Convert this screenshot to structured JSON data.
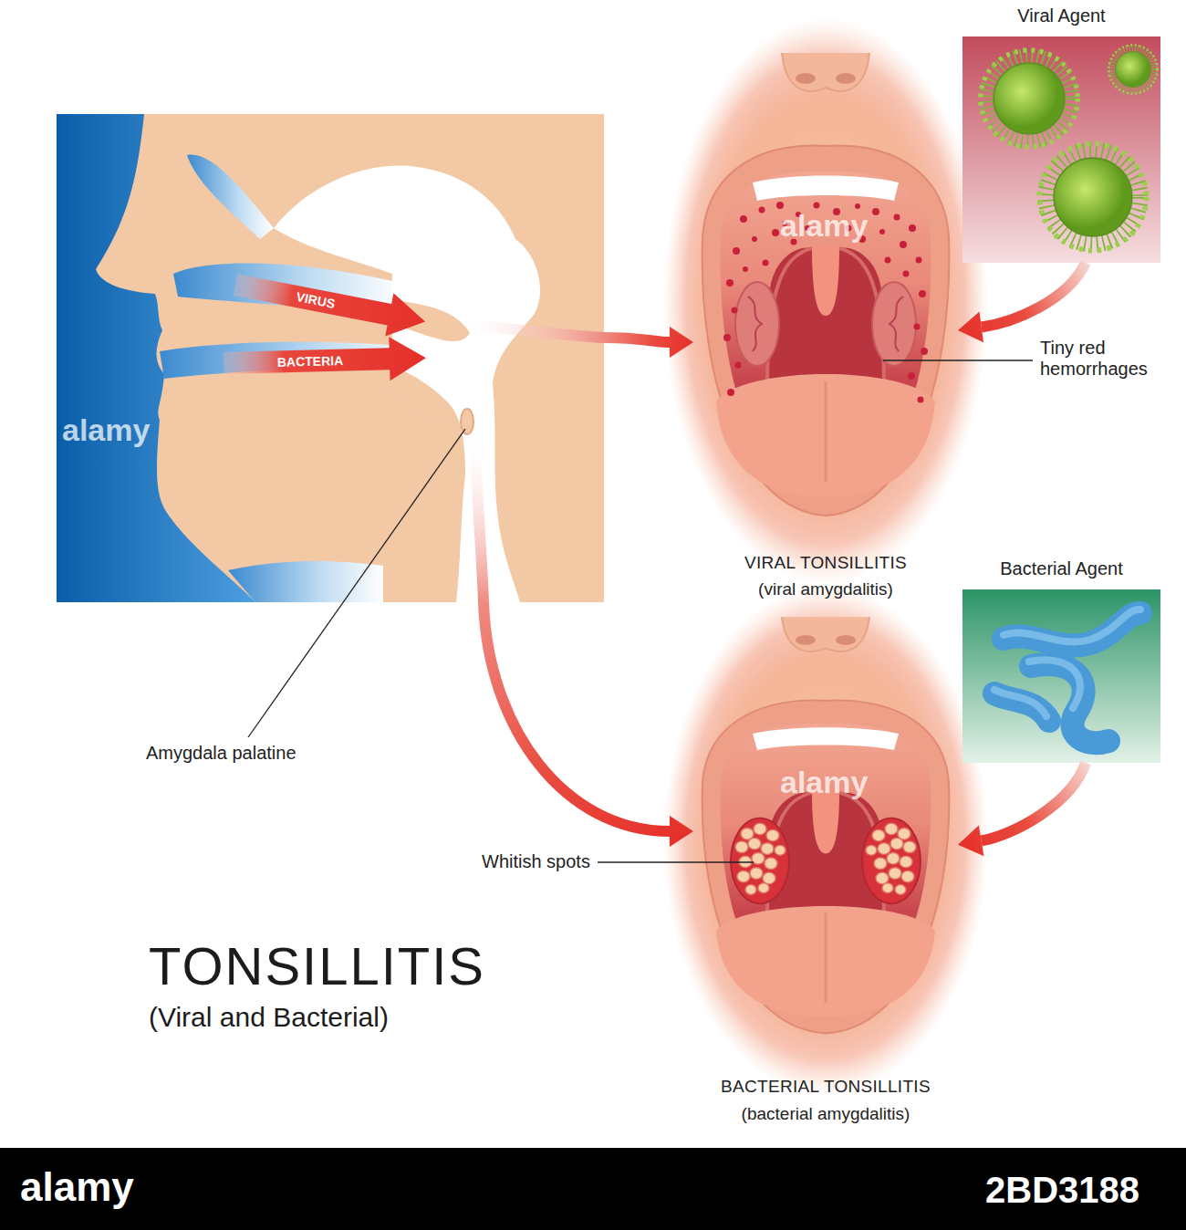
{
  "diagram": {
    "title": "TONSILLITIS",
    "caption": "(Viral and Bacterial)",
    "nodes": [
      {
        "text": [
          "VIRUS",
          "BACTERIA"
        ]
      },
      {
        "text": [
          "Viral Agent"
        ]
      },
      {
        "text": [
          "VIRAL TONSILLITIS",
          "(viral amygdalitis)"
        ]
      },
      {
        "text": [
          "Bacterial Agent"
        ]
      },
      {
        "text": [
          "BACTERIAL TONSILLITIS",
          "(bacterial amygdalitis)"
        ]
      }
    ],
    "edges": [
      {
        "from": 0,
        "to": 2,
        "arrow": "to"
      },
      {
        "from": 0,
        "to": 4,
        "arrow": "to"
      },
      {
        "from": 1,
        "to": 2,
        "arrow": "to"
      },
      {
        "from": 3,
        "to": 4,
        "arrow": "to"
      }
    ],
    "labels": [
      "Tiny red hemorrhages",
      "Whitish spots",
      "Amygdala palatine",
      "alamy",
      "alamy",
      "alamy",
      "alamy",
      "2BD3188"
    ]
  }
}
